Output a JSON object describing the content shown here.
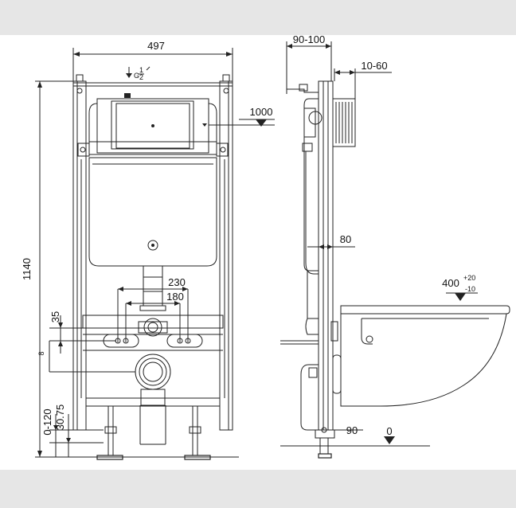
{
  "front_view": {
    "width": "497",
    "height": "1140",
    "flush_height": "1000",
    "mount_spacing_outer": "230",
    "mount_spacing_inner": "180",
    "mount_offset": "35",
    "foot_range": "0-120",
    "foot_min": "30.75",
    "inlet_symbol": "G",
    "inlet_fraction_num": "1",
    "inlet_fraction_den": "2"
  },
  "side_view": {
    "bracket_depth": "90-100",
    "panel_gap": "10-60",
    "frame_depth": "80",
    "floor_gap": "90",
    "floor_level": "0"
  },
  "bowl": {
    "height_base": "400",
    "tol_plus": "+20",
    "tol_minus": "-10"
  }
}
